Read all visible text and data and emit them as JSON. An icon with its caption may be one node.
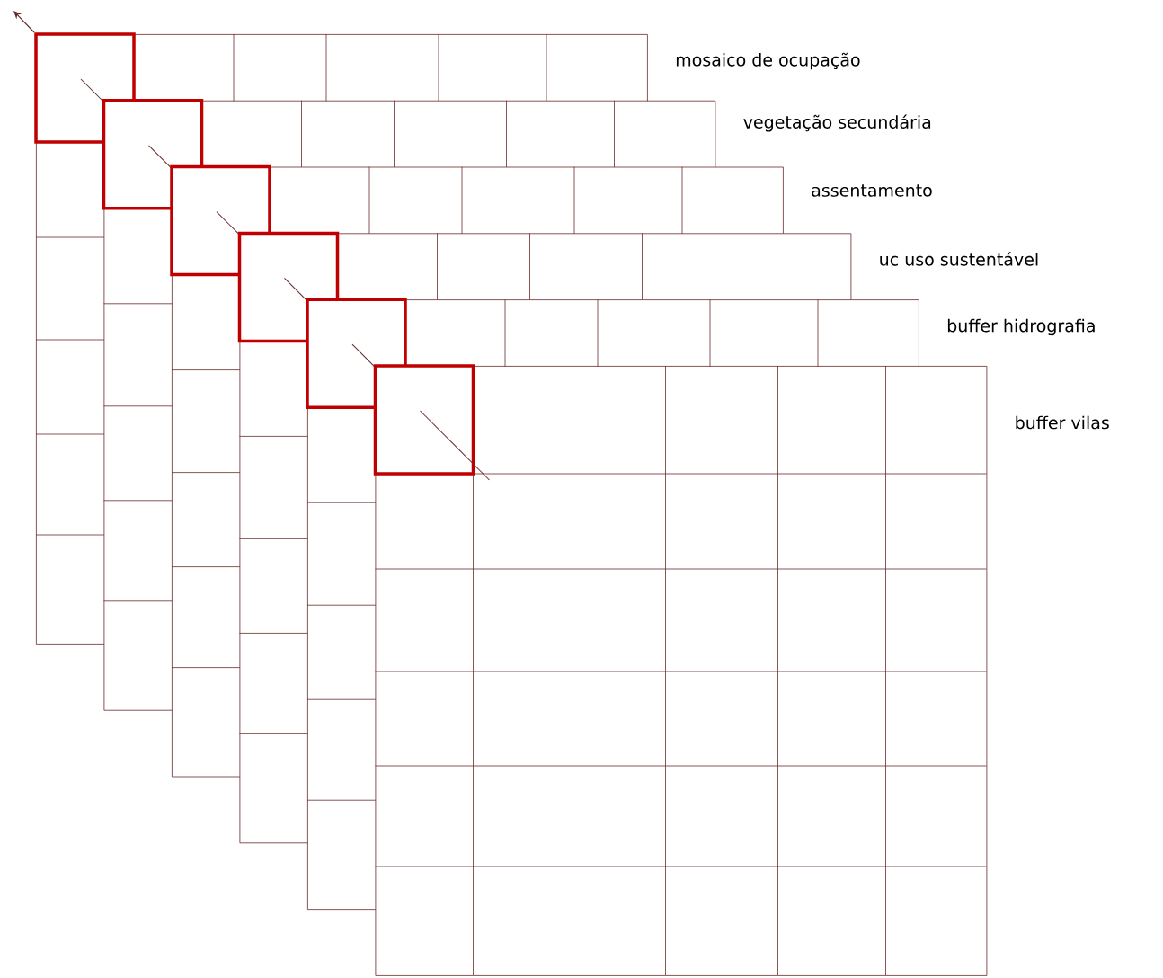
{
  "diagram": {
    "nodes": [
      {
        "text": [
          "mosaico de ocupação"
        ]
      },
      {
        "text": [
          "vegetação secundária"
        ]
      },
      {
        "text": [
          "assentamento"
        ]
      },
      {
        "text": [
          "uc uso sustentável"
        ]
      },
      {
        "text": [
          "buffer hidrografia"
        ]
      },
      {
        "text": [
          "buffer vilas"
        ]
      }
    ]
  }
}
